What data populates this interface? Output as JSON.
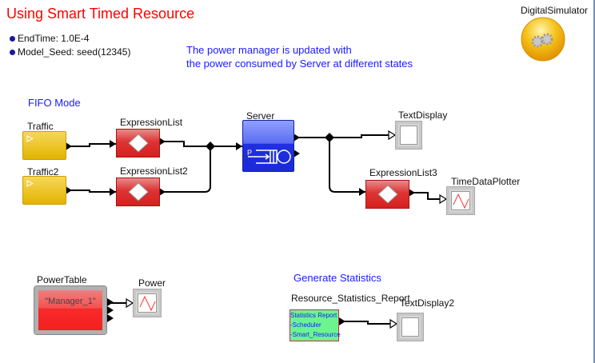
{
  "title": "Using Smart Timed Resource",
  "parameters": [
    {
      "text": "EndTime: 1.0E-4"
    },
    {
      "text": "Model_Seed: seed(12345)"
    }
  ],
  "annotation": {
    "line1": "The power manager is updated with",
    "line2": "the power consumed by Server at different states"
  },
  "director": {
    "label": "DigitalSimulator",
    "icon": "gears-icon"
  },
  "sections": {
    "fifo": "FIFO Mode",
    "stats": "Generate Statistics"
  },
  "actors": {
    "traffic": "Traffic",
    "traffic2": "Traffic2",
    "expr1": "ExpressionList",
    "expr2": "ExpressionList2",
    "expr3": "ExpressionList3",
    "server": "Server",
    "server_port": "P",
    "textdisplay": "TextDisplay",
    "plotter": "TimeDataPlotter",
    "powertable": "PowerTable",
    "powertable_value": "\"Manager_1\"",
    "power": "Power",
    "report": "Resource_Statistics_Report",
    "report_lines": [
      "Statistics Report",
      "-Scheduler",
      "-Smart_Resource"
    ],
    "textdisplay2": "TextDisplay2"
  },
  "colors": {
    "title": "#ff0000",
    "annotation": "#1a1aff",
    "source": "#e2b400",
    "expression": "#d62020",
    "server": "#1b2ad8",
    "report": "#6cf58f"
  }
}
